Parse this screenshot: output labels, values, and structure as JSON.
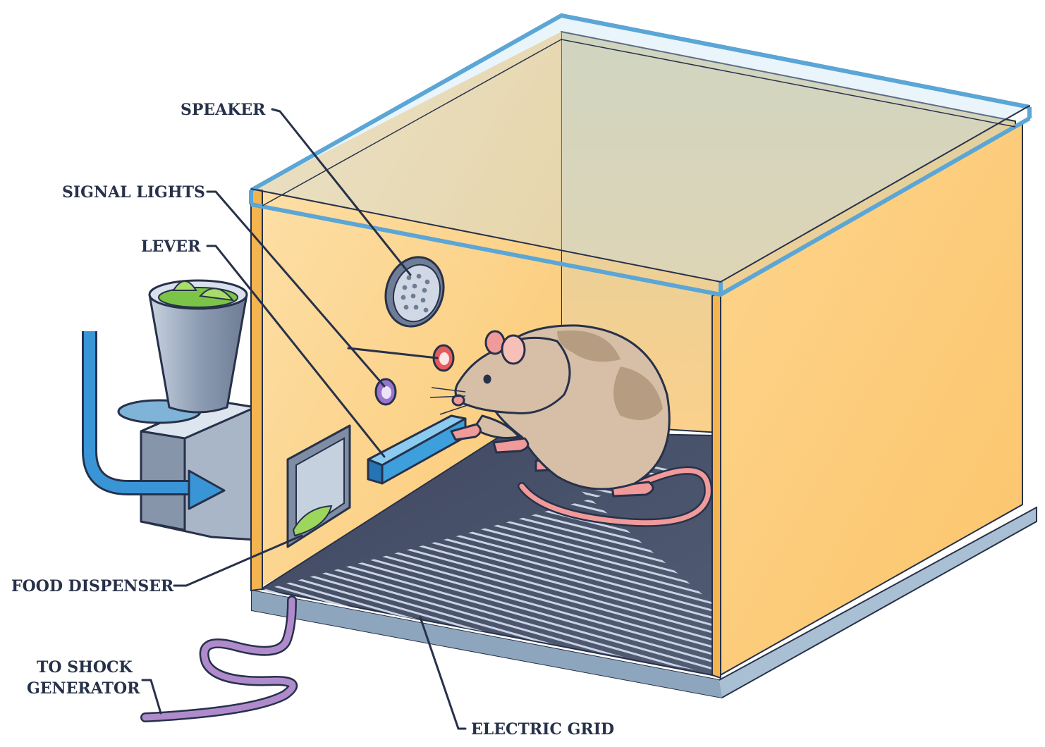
{
  "labels": {
    "speaker": "SPEAKER",
    "signal_lights": "SIGNAL LIGHTS",
    "lever": "LEVER",
    "food_dispenser": "FOOD DISPENSER",
    "to_shock_line1": "TO SHOCK",
    "to_shock_line2": "GENERATOR",
    "electric_grid": "ELECTRIC GRID"
  },
  "colors": {
    "wall": "#fcc873",
    "glass_edge": "#5aa6d6",
    "base": "#a9bfd3",
    "grid": "#525c75",
    "outline": "#27314a",
    "lever": "#3da0dd",
    "rat_body": "#d6bfa6",
    "rat_patch": "#b69c81",
    "rat_pink": "#f09a9a",
    "light_red": "#e65c5c",
    "light_violet": "#9a74cc",
    "food": "#9dd65d",
    "tube": "#3388cc",
    "cable": "#a67fc2"
  },
  "icons": [
    "speaker-icon",
    "signal-light-icon",
    "lever-icon",
    "food-cup-icon",
    "rat-icon",
    "arrow-right-icon"
  ]
}
